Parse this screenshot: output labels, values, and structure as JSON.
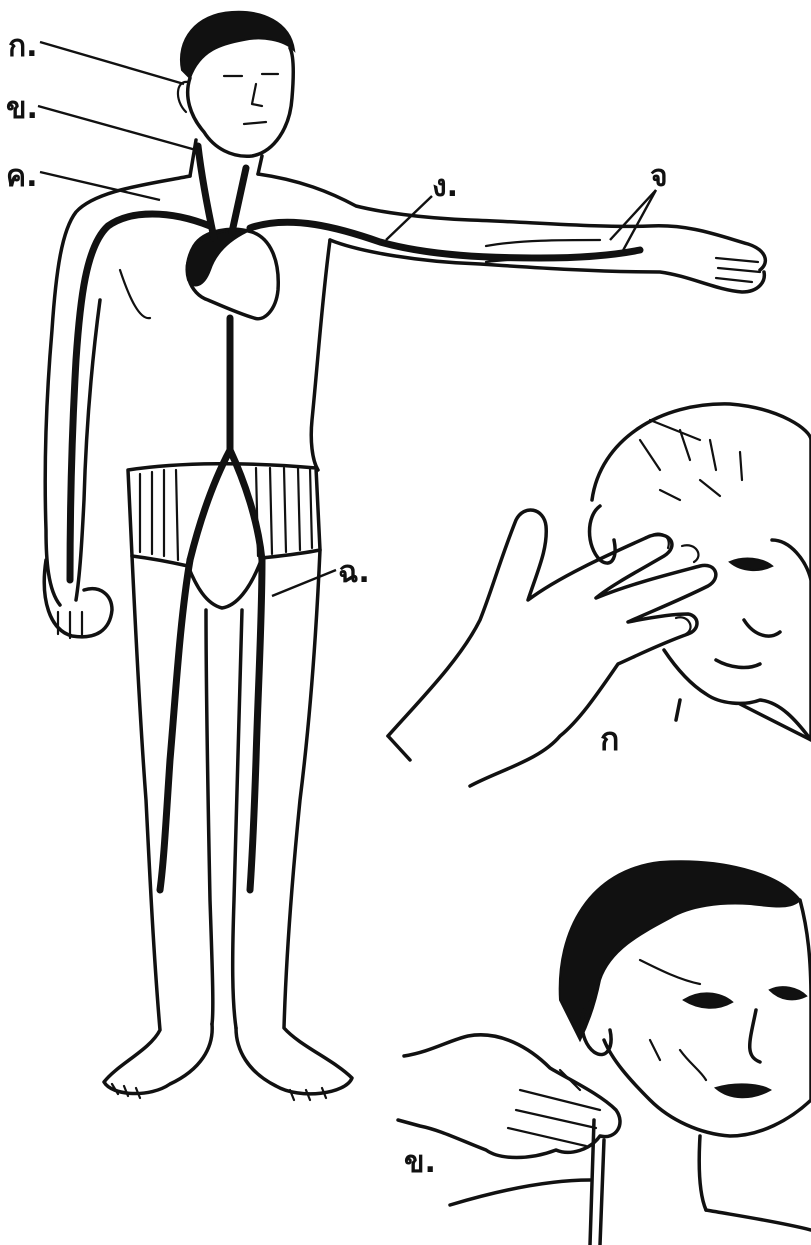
{
  "labels": {
    "a": "ก.",
    "b": "ข.",
    "c": "ค.",
    "d": "ง.",
    "e": "จ",
    "f": "ฉ.",
    "panel_a": "ก",
    "panel_b": "ข."
  }
}
